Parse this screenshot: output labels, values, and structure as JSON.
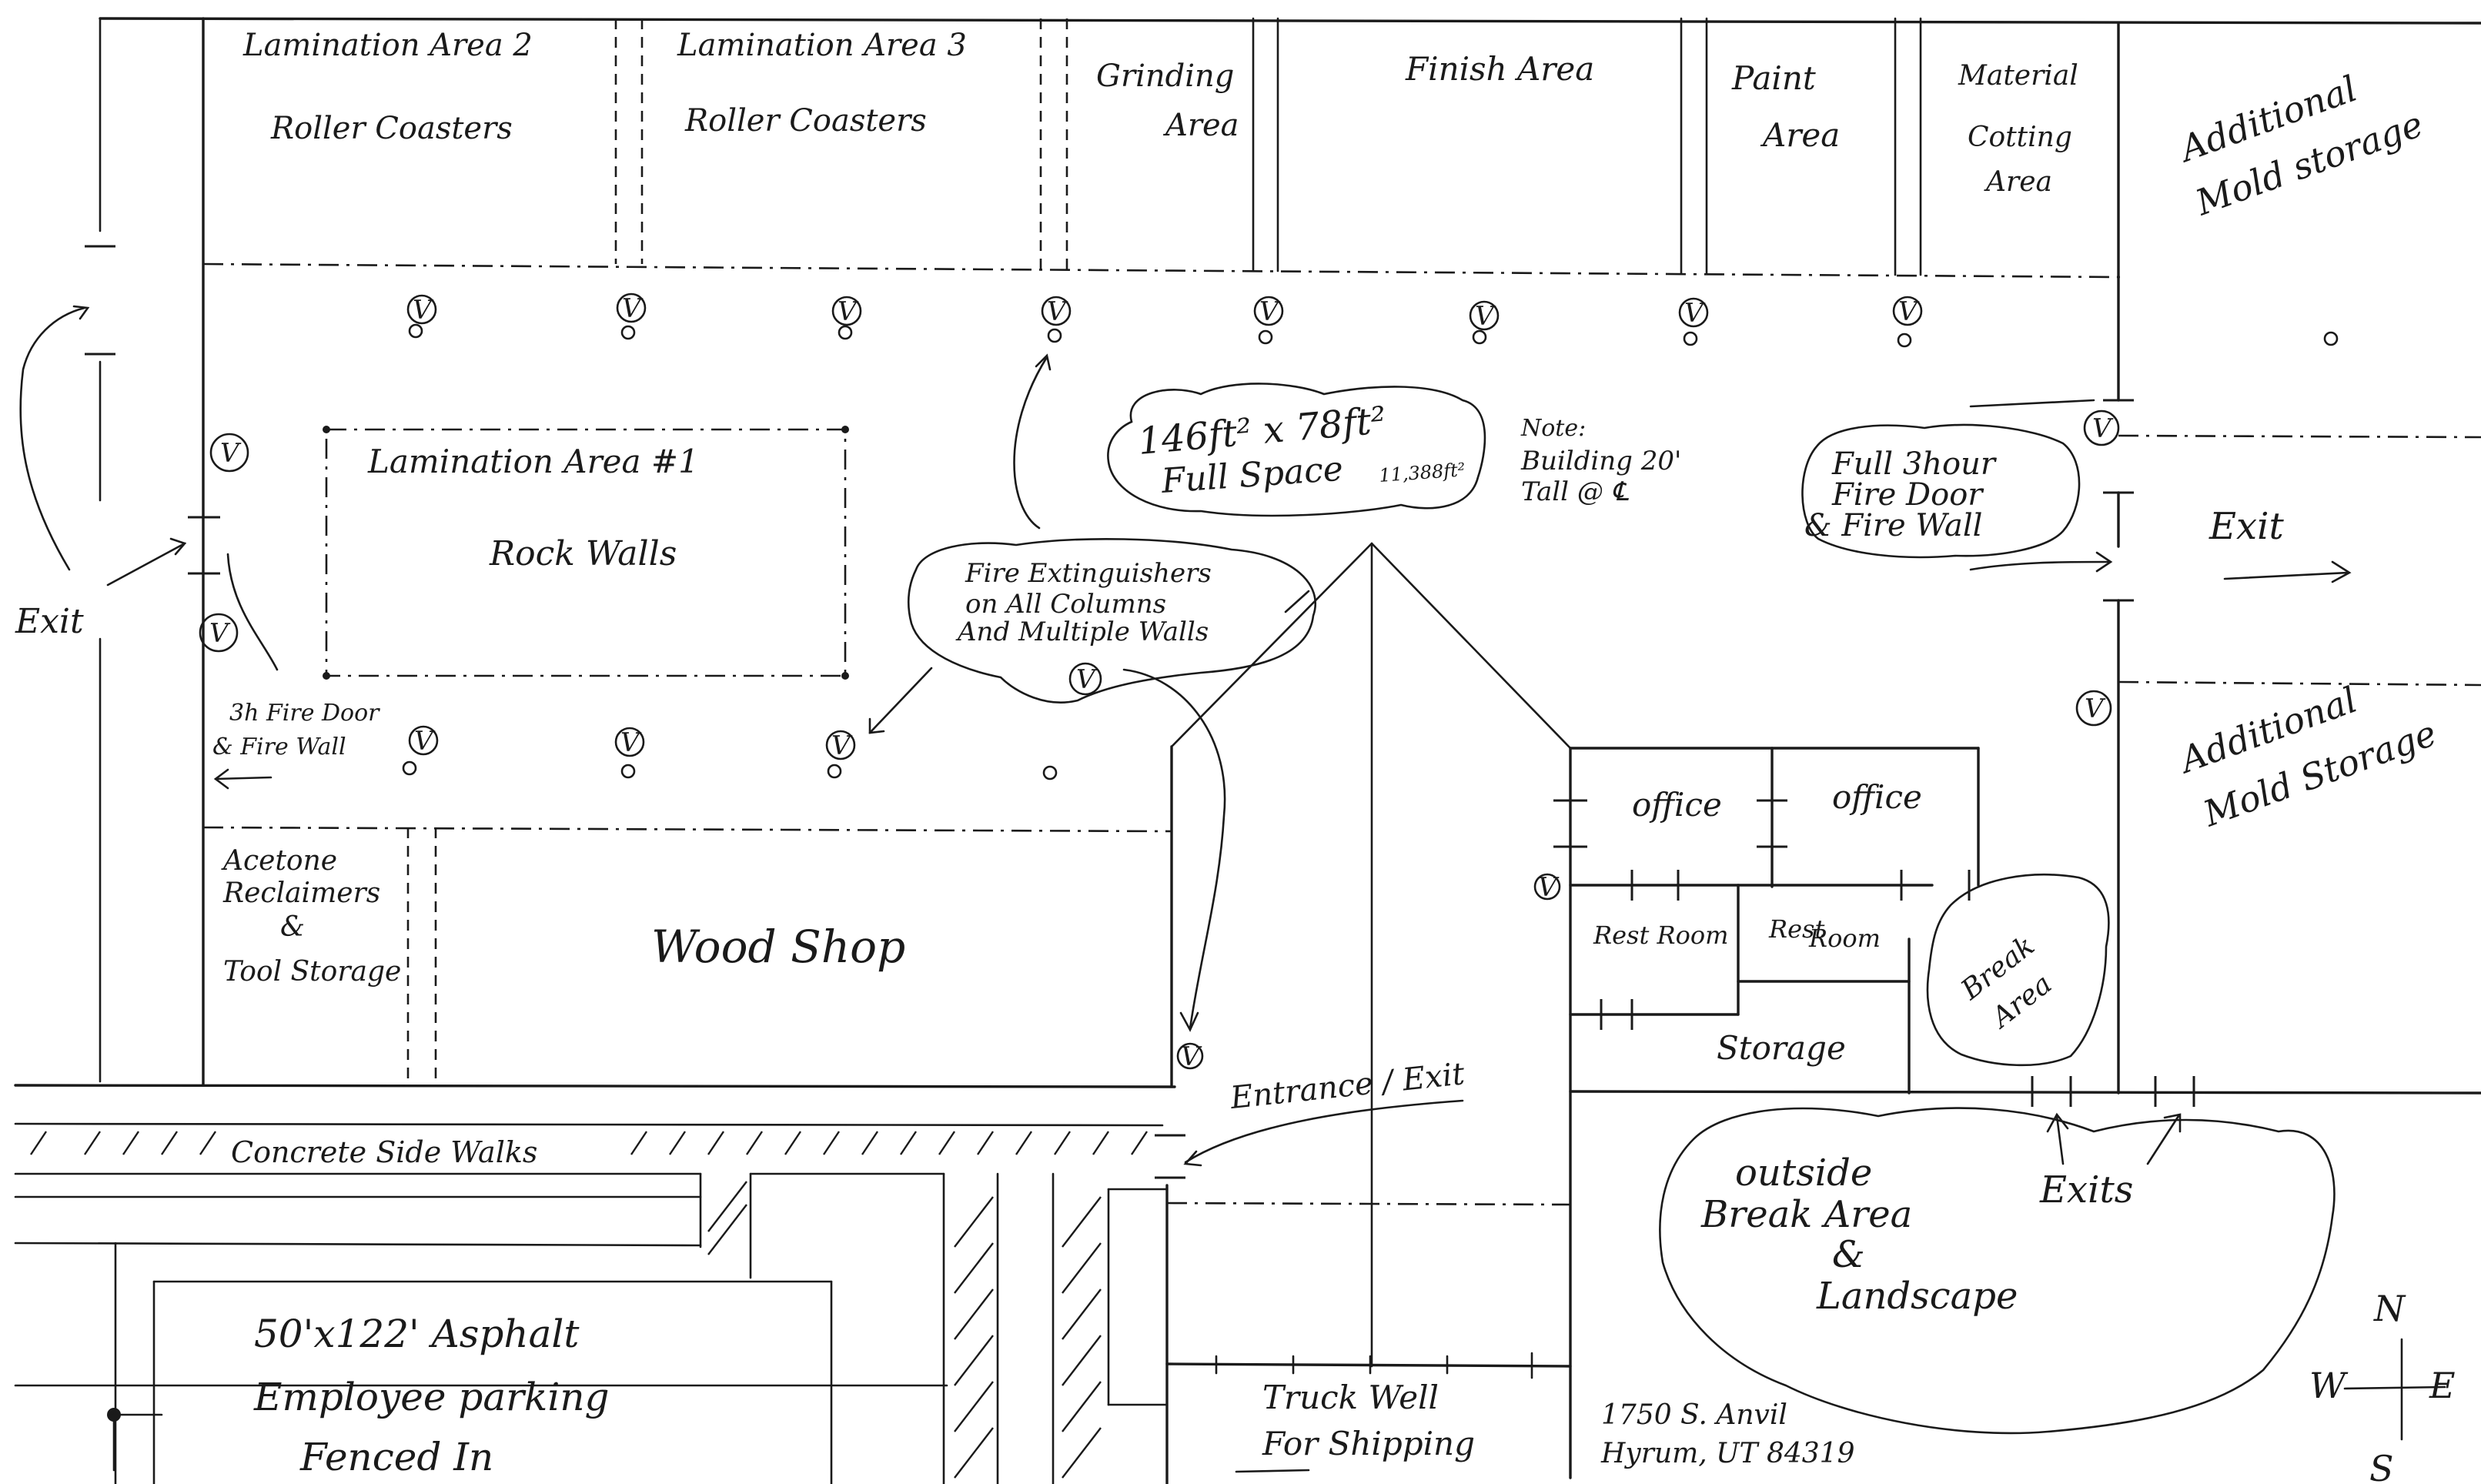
{
  "areas": {
    "lamination_2_title": "Lamination Area 2",
    "lamination_2_sub": "Roller Coasters",
    "lamination_3_title": "Lamination Area 3",
    "lamination_3_sub": "Roller Coasters",
    "grinding_line1": "Grinding",
    "grinding_line2": "Area",
    "finish": "Finish Area",
    "paint_line1": "Paint",
    "paint_line2": "Area",
    "material_line1": "Material",
    "material_line2": "Cotting",
    "material_line3": "Area",
    "mold_storage_top_line1": "Additional",
    "mold_storage_top_line2": "Mold storage",
    "lamination_1_title": "Lamination Area #1",
    "lamination_1_sub": "Rock Walls",
    "acetone_line1": "Acetone",
    "acetone_line2": "Reclaimers",
    "acetone_line3": "&",
    "acetone_line4": "Tool Storage",
    "wood_shop": "Wood Shop",
    "office_1": "office",
    "office_2": "office",
    "rest_room_1": "Rest Room",
    "rest_room_2_line1": "Rest",
    "rest_room_2_line2": "Room",
    "storage": "Storage",
    "break_area_line1": "Break",
    "break_area_line2": "Area",
    "mold_storage_bottom_line1": "Additional",
    "mold_storage_bottom_line2": "Mold Storage",
    "outside_break_line1": "outside",
    "outside_break_line2": "Break Area",
    "outside_break_line3": "&",
    "outside_break_line4": "Landscape",
    "parking_line1": "50'x122' Asphalt",
    "parking_line2": "Employee parking",
    "parking_line3": "Fenced In",
    "truck_well_line1": "Truck Well",
    "truck_well_line2": "For Shipping",
    "sidewalks": "Concrete Side Walks"
  },
  "notes": {
    "dimension_line1": "146ft² x 78ft²",
    "dimension_line2": "Full Space",
    "dimension_total": "11,388ft²",
    "building_line1": "Note:",
    "building_line2": "Building 20'",
    "building_line3": "Tall @ ℄",
    "fire_ext_line1": "Fire Extinguishers",
    "fire_ext_line2": "on All Columns",
    "fire_ext_line3": "And Multiple Walls",
    "fire_door_right_line1": "Full 3hour",
    "fire_door_right_line2": "Fire Door",
    "fire_door_right_line3": "& Fire Wall",
    "fire_door_left_line1": "3h Fire Door",
    "fire_door_left_line2": "& Fire Wall",
    "extinguisher_mark": "V"
  },
  "exits": {
    "left": "Exit",
    "right": "Exit",
    "entrance": "Entrance / Exit",
    "bottom": "Exits"
  },
  "address": {
    "line1": "1750 S. Anvil",
    "line2": "Hyrum, UT 84319"
  },
  "compass": {
    "north": "N",
    "south": "S",
    "east": "E",
    "west": "W"
  }
}
